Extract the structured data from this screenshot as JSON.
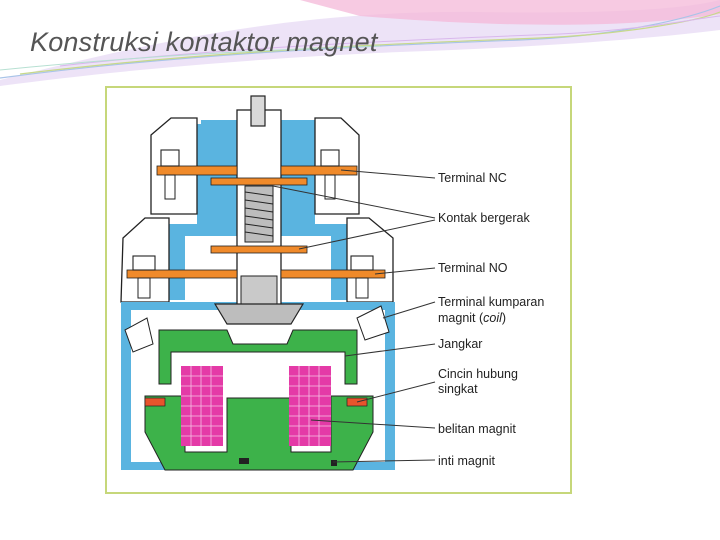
{
  "slide": {
    "title": "Konstruksi kontaktor magnet"
  },
  "diagram": {
    "labels": {
      "terminal_nc": "Terminal NC",
      "kontak_bergerak": "Kontak bergerak",
      "terminal_no": "Terminal NO",
      "terminal_kumparan_line1": "Terminal kumparan",
      "terminal_kumparan_line2_a": "magnit (",
      "terminal_kumparan_line2_b": "coil",
      "terminal_kumparan_line2_c": ")",
      "jangkar": "Jangkar",
      "cincin_line1": "Cincin hubung",
      "cincin_line2": "singkat",
      "belitan": "belitan magnit",
      "inti": "inti magnit"
    }
  },
  "colors": {
    "housing": "#5ab4e0",
    "magnet": "#3db24a",
    "contact_bar": "#f08a2a",
    "coil": "#e43aa7",
    "ring": "#e8542c",
    "frame": "#c6d77a"
  }
}
